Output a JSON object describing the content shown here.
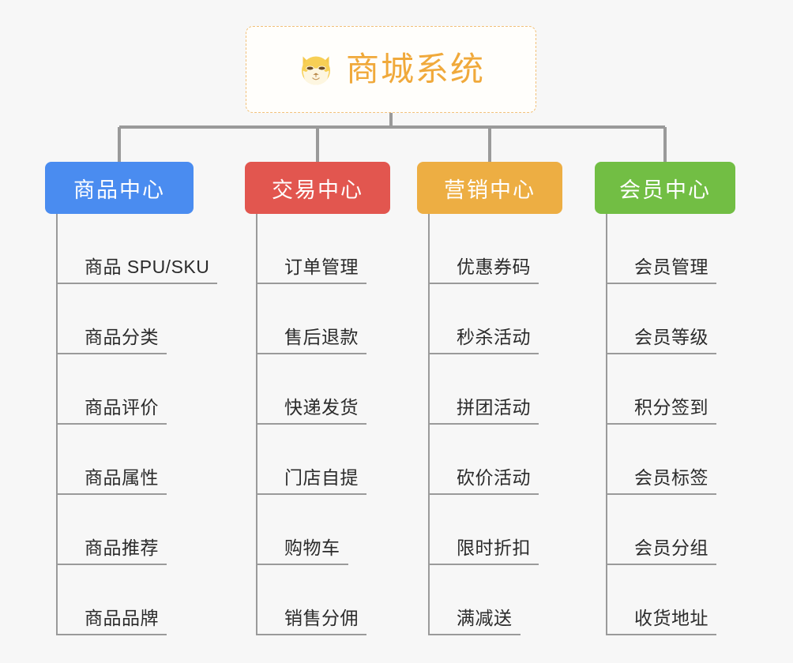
{
  "page": {
    "background_color": "#f7f7f7",
    "type": "org-chart-mindmap"
  },
  "root": {
    "icon": "shiba-dog-face-icon",
    "title": "商城系统",
    "text_color": "#f0a93b",
    "border_color": "#f2c17a",
    "background_color": "#fffefb"
  },
  "columns": [
    {
      "id": "product-center",
      "title": "商品中心",
      "color": "#4a8cf0",
      "items": [
        "商品 SPU/SKU",
        "商品分类",
        "商品评价",
        "商品属性",
        "商品推荐",
        "商品品牌"
      ]
    },
    {
      "id": "trade-center",
      "title": "交易中心",
      "color": "#e2564f",
      "items": [
        "订单管理",
        "售后退款",
        "快递发货",
        "门店自提",
        "购物车",
        "销售分佣"
      ]
    },
    {
      "id": "marketing-center",
      "title": "营销中心",
      "color": "#edae43",
      "items": [
        "优惠券码",
        "秒杀活动",
        "拼团活动",
        "砍价活动",
        "限时折扣",
        "满减送"
      ]
    },
    {
      "id": "member-center",
      "title": "会员中心",
      "color": "#72be44",
      "items": [
        "会员管理",
        "会员等级",
        "积分签到",
        "会员标签",
        "会员分组",
        "收货地址"
      ]
    }
  ],
  "connector": {
    "color": "#9a9a9a"
  }
}
